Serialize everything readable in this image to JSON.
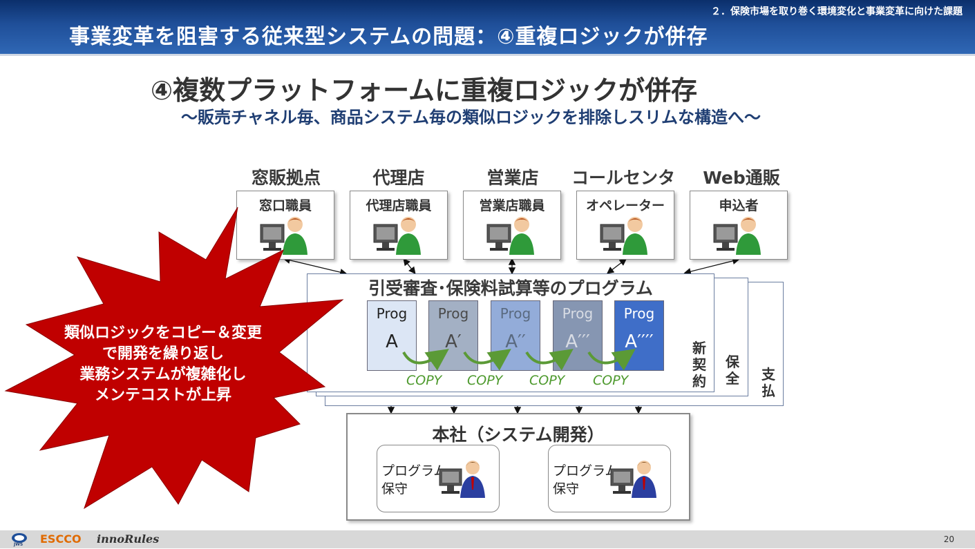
{
  "header": {
    "breadcrumb": "２．保険市場を取り巻く環境変化と事業変革に向けた課題",
    "title": "事業変革を阻害する従来型システムの問題：④重複ロジックが併存"
  },
  "headline": "④複数プラットフォームに重複ロジックが併存",
  "subheadline": "～販売チャネル毎、商品システム毎の類似ロジックを排除しスリムな構造へ～",
  "channels": [
    {
      "name": "窓販拠点",
      "user": "窓口職員"
    },
    {
      "name": "代理店",
      "user": "代理店職員"
    },
    {
      "name": "営業店",
      "user": "営業店職員"
    },
    {
      "name": "コールセンタ",
      "user": "オペレーター"
    },
    {
      "name": "Web通販",
      "user": "申込者"
    }
  ],
  "program_panel": {
    "title": "引受審査･保険料試算等のプログラム",
    "layers": [
      "新契約",
      "保全",
      "支払"
    ],
    "programs": [
      {
        "label": "Prog",
        "name": "A",
        "fill": "#dce6f5",
        "text": "#222222"
      },
      {
        "label": "Prog",
        "name": "A′",
        "fill": "#a3b0c4",
        "text": "#4a4a4a"
      },
      {
        "label": "Prog",
        "name": "A′′",
        "fill": "#93acd9",
        "text": "#5a6a80"
      },
      {
        "label": "Prog",
        "name": "A′′′",
        "fill": "#8696b2",
        "text": "#d8dce4"
      },
      {
        "label": "Prog",
        "name": "A′′′′",
        "fill": "#3f6ec8",
        "text": "#ffffff"
      }
    ],
    "copy_labels": [
      "COPY",
      "COPY",
      "COPY",
      "COPY"
    ]
  },
  "headquarters": {
    "title": "本社（システム開発）",
    "teams": [
      {
        "line1": "プログラム",
        "line2": "保守"
      },
      {
        "line1": "プログラム",
        "line2": "保守"
      }
    ]
  },
  "callout": {
    "lines": [
      "類似ロジックをコピー＆変更",
      "で開発を繰り返し",
      "業務システムが複雑化し",
      "メンテコストが上昇"
    ],
    "color": "#c00000"
  },
  "footer": {
    "page": "20",
    "logos": [
      "JWS",
      "ESCCO",
      "innoRules"
    ]
  }
}
